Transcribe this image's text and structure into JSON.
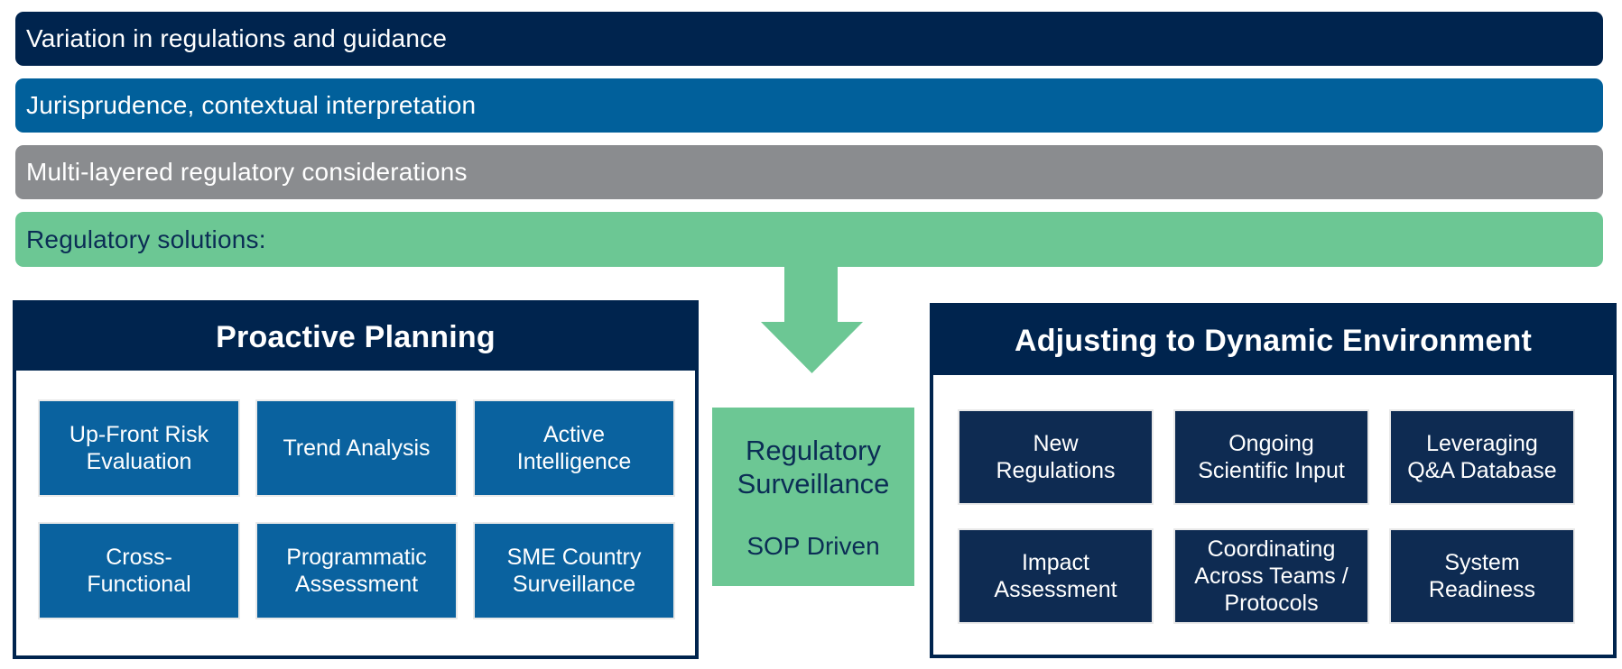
{
  "banners": [
    {
      "label": "Variation in regulations and guidance",
      "bg": "#00244E",
      "fg": "#FFFFFF"
    },
    {
      "label": "Jurisprudence, contextual interpretation",
      "bg": "#01609B",
      "fg": "#FFFFFF"
    },
    {
      "label": "Multi-layered regulatory considerations",
      "bg": "#8A8C8F",
      "fg": "#FFFFFF"
    },
    {
      "label": "Regulatory solutions:",
      "bg": "#6CC794",
      "fg": "#0B2D55"
    }
  ],
  "arrow": {
    "color": "#6CC794",
    "direction": "down"
  },
  "left_panel": {
    "title": "Proactive Planning",
    "header_bg": "#00244E",
    "box_bg": "#0A629F",
    "items": [
      "Up-Front Risk\nEvaluation",
      "Trend Analysis",
      "Active\nIntelligence",
      "Cross-\nFunctional",
      "Programmatic\nAssessment",
      "SME Country\nSurveillance"
    ]
  },
  "center_box": {
    "title": "Regulatory\nSurveillance",
    "subtitle": "SOP Driven",
    "bg": "#6CC794",
    "fg": "#0B2D55"
  },
  "right_panel": {
    "title": "Adjusting to Dynamic Environment",
    "header_bg": "#00244E",
    "box_bg": "#0E2B52",
    "items": [
      "New\nRegulations",
      "Ongoing\nScientific Input",
      "Leveraging\nQ&A Database",
      "Impact\nAssessment",
      "Coordinating\nAcross Teams /\nProtocols",
      "System\nReadiness"
    ]
  }
}
